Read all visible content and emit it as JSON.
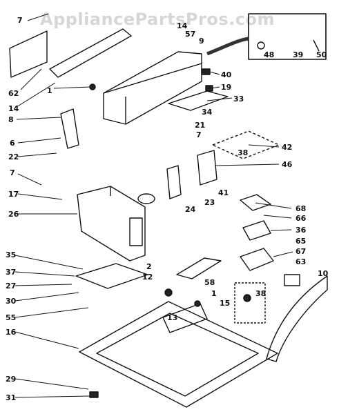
{
  "watermark": "AppliancePartsPros.com",
  "labels": {
    "l7a": "7",
    "l14a": "14",
    "l57": "57",
    "l9": "9",
    "l48": "48",
    "l39": "39",
    "l50": "50",
    "l62": "62",
    "l14b": "14",
    "l1a": "1",
    "l40": "40",
    "l19": "19",
    "l33": "33",
    "l34": "34",
    "l8": "8",
    "l21": "21",
    "l7b": "7",
    "l6": "6",
    "l22": "22",
    "l38a": "38",
    "l42": "42",
    "l46": "46",
    "l7c": "7",
    "l17": "17",
    "l41": "41",
    "l24": "24",
    "l23": "23",
    "l68": "68",
    "l26": "26",
    "l66": "66",
    "l36": "36",
    "l65": "65",
    "l35": "35",
    "l67": "67",
    "l2": "2",
    "l63": "63",
    "l37": "37",
    "l12": "12",
    "l10": "10",
    "l58": "58",
    "l27": "27",
    "l1b": "1",
    "l15": "15",
    "l38b": "38",
    "l30": "30",
    "l13": "13",
    "l55": "55",
    "l16": "16",
    "l29": "29",
    "l31": "31"
  }
}
